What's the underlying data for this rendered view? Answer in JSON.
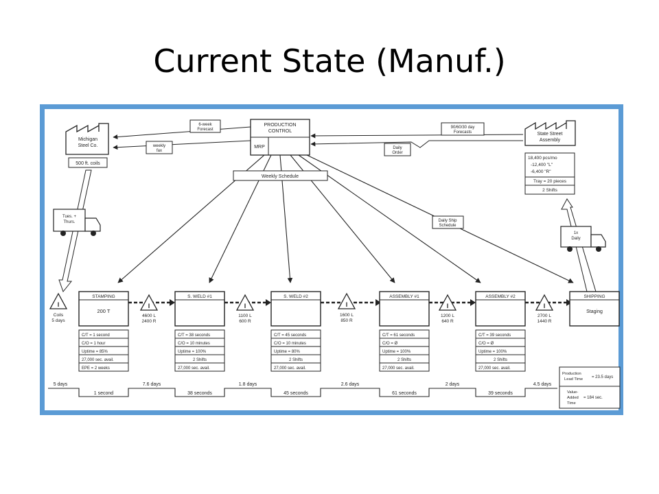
{
  "title": "Current State (Manuf.)",
  "supplier": {
    "name_l1": "Michigan",
    "name_l2": "Steel Co.",
    "material": "500 ft. coils"
  },
  "customer": {
    "name_l1": "State Street",
    "name_l2": "Assembly",
    "demand": [
      "18,400 pcs/mo",
      "-12,400 \"L\"",
      "-6,400 \"R\""
    ],
    "tray": "Tray = 20 pieces",
    "shifts": "2 Shifts"
  },
  "control": {
    "title_l1": "PRODUCTION",
    "title_l2": "CONTROL",
    "mrp": "MRP"
  },
  "flows": {
    "forecast_out_l1": "6-week",
    "forecast_out_l2": "Forecast",
    "fax_l1": "weekly",
    "fax_l2": "fax",
    "forecast_in_l1": "90/60/30 day",
    "forecast_in_l2": "Forecasts",
    "order_l1": "Daily",
    "order_l2": "Order",
    "weekly_schedule": "Weekly Schedule",
    "ship_schedule_l1": "Daily Ship",
    "ship_schedule_l2": "Schedule"
  },
  "trucks": {
    "inbound_l1": "Tues. +",
    "inbound_l2": "Thurs.",
    "outbound_l1": "1x",
    "outbound_l2": "Daily"
  },
  "inventory": [
    {
      "symbol": "I",
      "l1": "Coils",
      "l2": "5 days"
    },
    {
      "symbol": "I",
      "l1": "4600 L",
      "l2": "2400 R"
    },
    {
      "symbol": "I",
      "l1": "1100 L",
      "l2": "600 R"
    },
    {
      "symbol": "I",
      "l1": "1600 L",
      "l2": "850 R"
    },
    {
      "symbol": "I",
      "l1": "1200 L",
      "l2": "640 R"
    },
    {
      "symbol": "I",
      "l1": "2700 L",
      "l2": "1440 R"
    }
  ],
  "processes": [
    {
      "name": "STAMPING",
      "detail": "200 T",
      "data": [
        "C/T = 1 second",
        "C/O = 1 hour",
        "Uptime = 85%",
        "27,000 sec. avail.",
        "EPE = 2 weeks"
      ]
    },
    {
      "name": "S. WELD #1",
      "detail": "",
      "data": [
        "C/T = 38 seconds",
        "C/O = 10 minutes",
        "Uptime = 100%",
        "2 Shifts",
        "27,000 sec. avail."
      ]
    },
    {
      "name": "S. WELD #2",
      "detail": "",
      "data": [
        "C/T = 45 seconds",
        "C/O = 10 minutes",
        "Uptime = 80%",
        "2 Shifts",
        "27,000 sec. avail."
      ]
    },
    {
      "name": "ASSEMBLY #1",
      "detail": "",
      "data": [
        "C/T = 61 seconds",
        "C/O = Ø",
        "Uptime = 100%",
        "2 Shifts",
        "27,000 sec. avail."
      ]
    },
    {
      "name": "ASSEMBLY #2",
      "detail": "",
      "data": [
        "C/T = 39 seconds",
        "C/O = Ø",
        "Uptime = 100%",
        "2 Shifts",
        "27,000 sec. avail."
      ]
    },
    {
      "name": "SHIPPING",
      "detail": "Staging",
      "data": []
    }
  ],
  "timeline": {
    "wait_days": [
      "5 days",
      "7.6 days",
      "1.8 days",
      "2.6 days",
      "2 days",
      "4.5 days"
    ],
    "process_times": [
      "1 second",
      "38 seconds",
      "45 seconds",
      "61 seconds",
      "39 seconds"
    ]
  },
  "summary": {
    "lead_l1": "Production",
    "lead_l2": "Lead Time",
    "lead_value": "= 23.5 days",
    "va_l1": "Value-",
    "va_l2": "Added",
    "va_l3": "Time",
    "va_value": "= 184 sec."
  }
}
